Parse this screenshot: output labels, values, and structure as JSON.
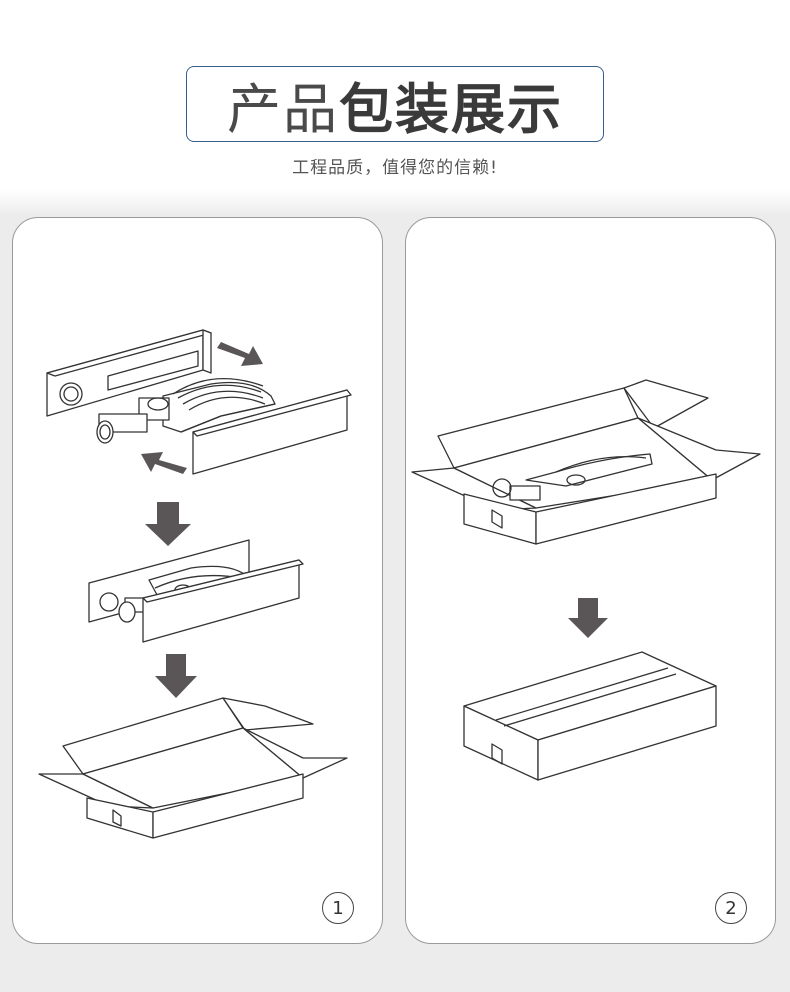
{
  "header": {
    "title_light": "产品",
    "title_bold": "包装展示",
    "subtitle": "工程品质，值得您的信赖!"
  },
  "panels": [
    {
      "step": "1"
    },
    {
      "step": "2"
    }
  ],
  "colors": {
    "title_border": "#3a5d8f",
    "arrow": "#5a5658",
    "line": "#333333",
    "panel_border": "#9a9a9a",
    "background": "#ececec"
  }
}
